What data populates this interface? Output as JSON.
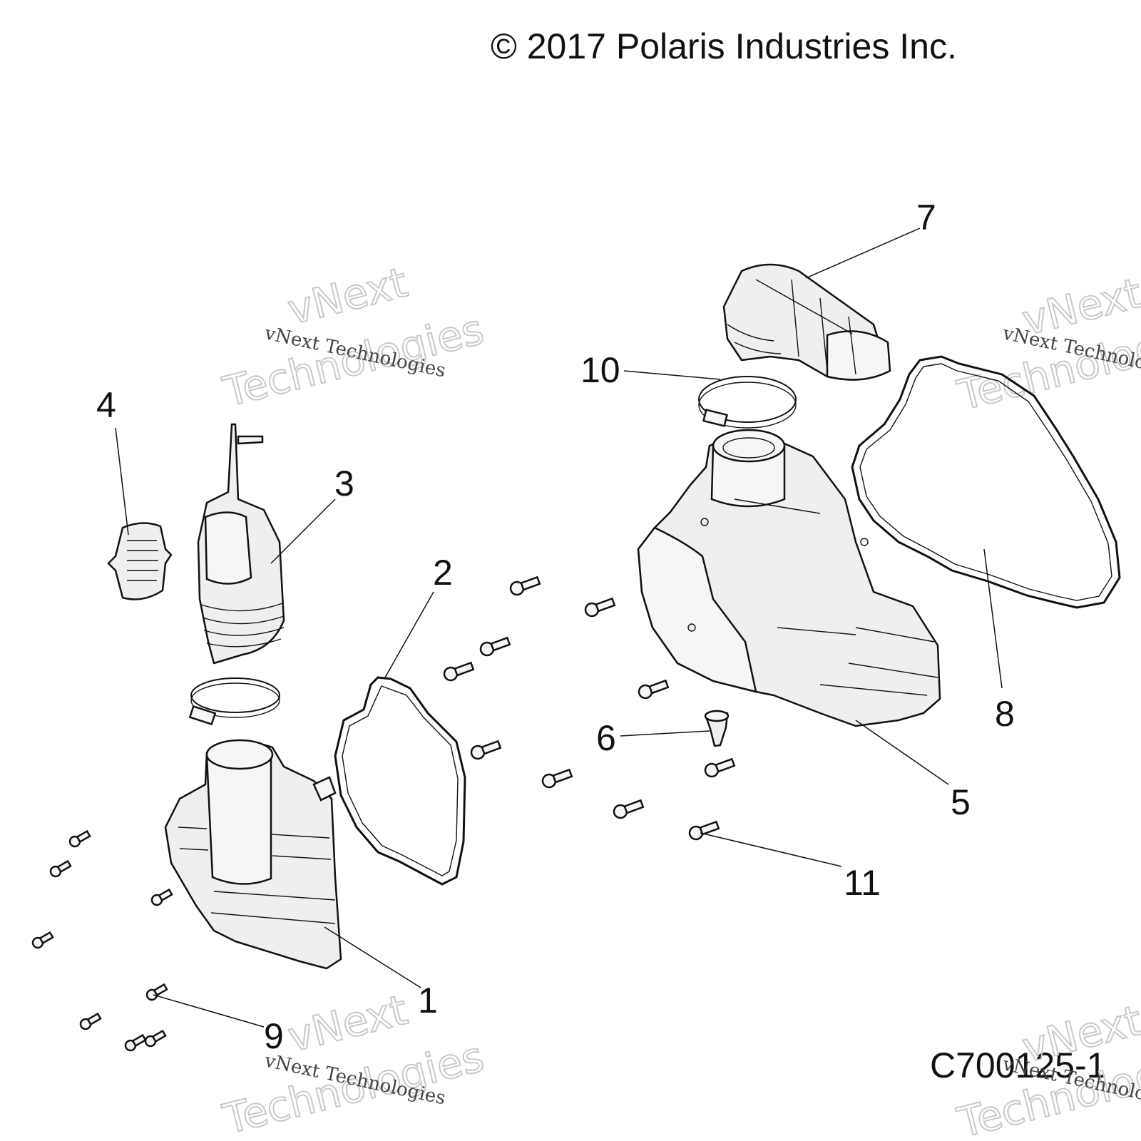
{
  "copyright": "© 2017 Polaris Industries Inc.",
  "figure_id": "C700125-1",
  "watermarks": {
    "small": "vNext Technologies",
    "big_line1": "vNext",
    "big_line2": "Technologies"
  },
  "callouts": {
    "c1": "1",
    "c2": "2",
    "c3": "3",
    "c4": "4",
    "c5": "5",
    "c6": "6",
    "c7": "7",
    "c8": "8",
    "c9": "9",
    "c10": "10",
    "c11": "11"
  }
}
